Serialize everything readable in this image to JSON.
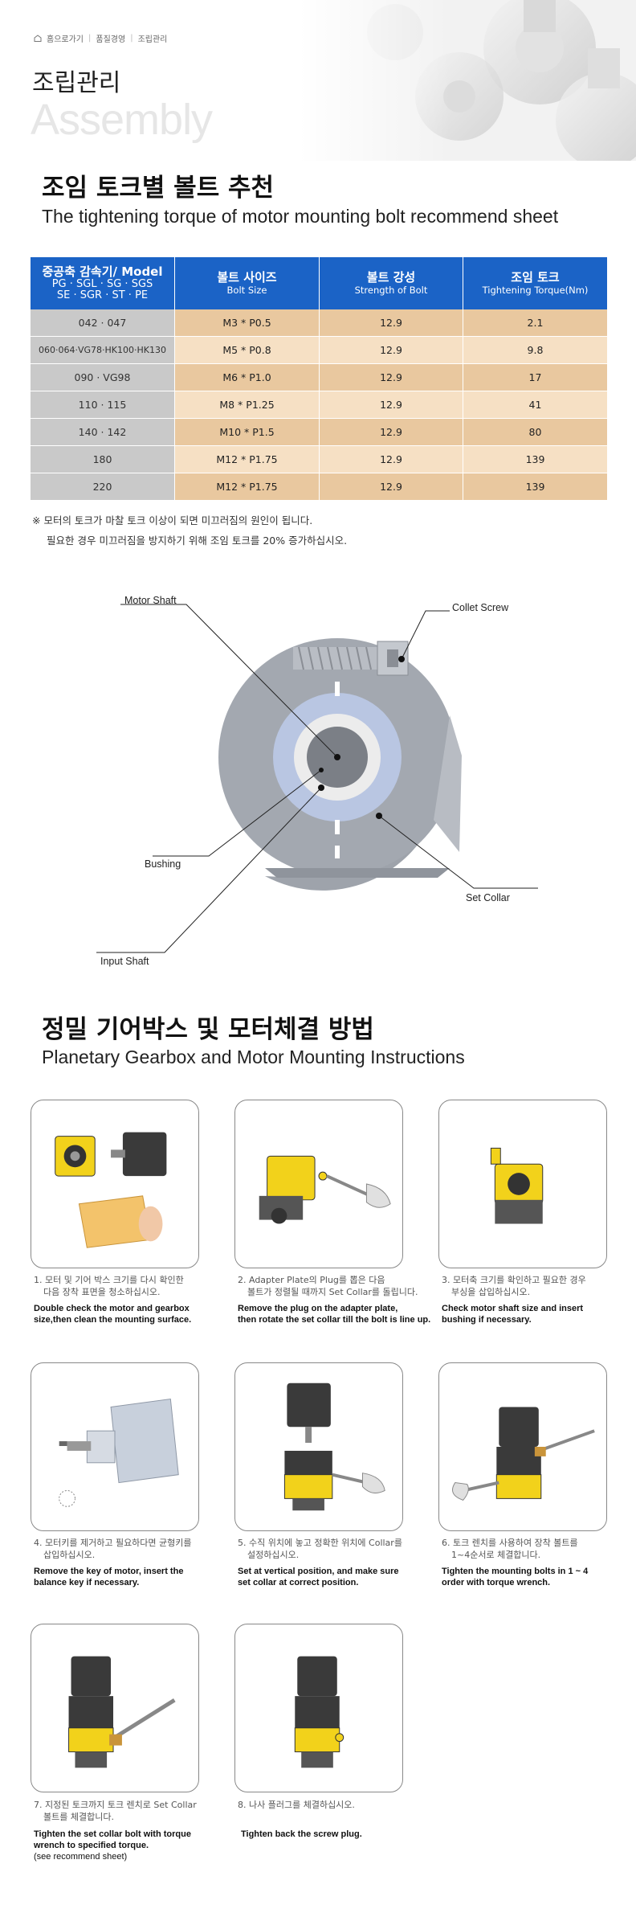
{
  "breadcrumb": [
    "홈으로가기",
    "품질경영",
    "조립관리"
  ],
  "page_title_ko": "조립관리",
  "page_title_en": "Assembly",
  "section1": {
    "title_ko": "조임 토크별 볼트 추천",
    "title_en": "The tightening torque of motor mounting bolt recommend sheet"
  },
  "table": {
    "headers": [
      {
        "top": "중공축 감속기/ Model",
        "sub": "PG · SGL · SG · SGS",
        "sub2": "SE · SGR · ST · PE"
      },
      {
        "top": "볼트 사이즈",
        "sub": "Bolt Size"
      },
      {
        "top": "볼트 강성",
        "sub": "Strength of Bolt"
      },
      {
        "top": "조임 토크",
        "sub": "Tightening Torque(Nm)"
      }
    ],
    "rows": [
      {
        "model": "042 · 047",
        "bolt": "M3 * P0.5",
        "strength": "12.9",
        "torque": "2.1"
      },
      {
        "model": "060·064·VG78·HK100·HK130",
        "bolt": "M5 * P0.8",
        "strength": "12.9",
        "torque": "9.8"
      },
      {
        "model": "090 · VG98",
        "bolt": "M6 * P1.0",
        "strength": "12.9",
        "torque": "17"
      },
      {
        "model": "110 · 115",
        "bolt": "M8 * P1.25",
        "strength": "12.9",
        "torque": "41"
      },
      {
        "model": "140 · 142",
        "bolt": "M10 * P1.5",
        "strength": "12.9",
        "torque": "80"
      },
      {
        "model": "180",
        "bolt": "M12 * P1.75",
        "strength": "12.9",
        "torque": "139"
      },
      {
        "model": "220",
        "bolt": "M12 * P1.75",
        "strength": "12.9",
        "torque": "139"
      }
    ]
  },
  "notes": [
    "※  모터의 토크가 마찰 토크 이상이 되면 미끄러짐의 원인이 됩니다.",
    "필요한 경우 미끄러짐을 방지하기 위해 조임 토크를 20% 증가하십시오."
  ],
  "diagram_labels": {
    "motor_shaft": "Motor Shaft",
    "collet_screw": "Collet Screw",
    "bushing": "Bushing",
    "set_collar": "Set Collar",
    "input_shaft": "Input Shaft"
  },
  "section2": {
    "title_ko": "정밀 기어박스 및 모터체결 방법",
    "title_en": "Planetary Gearbox and Motor Mounting Instructions"
  },
  "steps": [
    {
      "ko1": "1. 모터 및 기어 박스 크기를 다시 확인한",
      "ko2": "다음 장착 표면을 청소하십시오.",
      "en1": "Double check the motor and gearbox",
      "en2": "size,then clean the mounting surface.",
      "en3": ""
    },
    {
      "ko1": "2. Adapter Plate의 Plug를 뽑은 다음",
      "ko2": "볼트가 정렬될 때까지 Set Collar를 돌립니다.",
      "en1": "Remove the plug on the adapter plate,",
      "en2": "then rotate the set collar till the bolt is line up.",
      "en3": ""
    },
    {
      "ko1": "3. 모터축 크기를 확인하고 필요한 경우",
      "ko2": "부싱을 삽입하십시오.",
      "en1": "Check motor shaft size and insert",
      "en2": "bushing if necessary.",
      "en3": ""
    },
    {
      "ko1": "4. 모터키를 제거하고 필요하다면 균형키를",
      "ko2": "삽입하십시오.",
      "en1": "Remove the key of motor, insert the",
      "en2": "balance key if necessary.",
      "en3": ""
    },
    {
      "ko1": "5. 수직 위치에 놓고 정확한 위치에 Collar를",
      "ko2": "설정하십시오.",
      "en1": "Set at vertical position, and make sure",
      "en2": "set collar at correct position.",
      "en3": ""
    },
    {
      "ko1": "6. 토크 렌치를 사용하여 장착 볼트를",
      "ko2": "1~4순서로 체결합니다.",
      "en1": "Tighten the mounting bolts in 1 ~ 4",
      "en2": "order with torque wrench.",
      "en3": ""
    },
    {
      "ko1": "7. 지정된 토크까지 토크 렌치로 Set Collar",
      "ko2": "볼트를 체결합니다.",
      "en1": "Tighten the set collar bolt with torque",
      "en2": "wrench to specified torque.",
      "en3": "(see recommend sheet)"
    },
    {
      "ko1": "8. 나사 플러그를 체결하십시오.",
      "ko2": "",
      "en1": "Tighten back the screw plug.",
      "en2": "",
      "en3": ""
    }
  ],
  "colors": {
    "header_blue": "#1b63c6",
    "model_gray": "#c9c9c9",
    "val_dark": "#e9c89f",
    "val_light": "#f6e0c4",
    "gearbox_yellow": "#f2d21b"
  }
}
